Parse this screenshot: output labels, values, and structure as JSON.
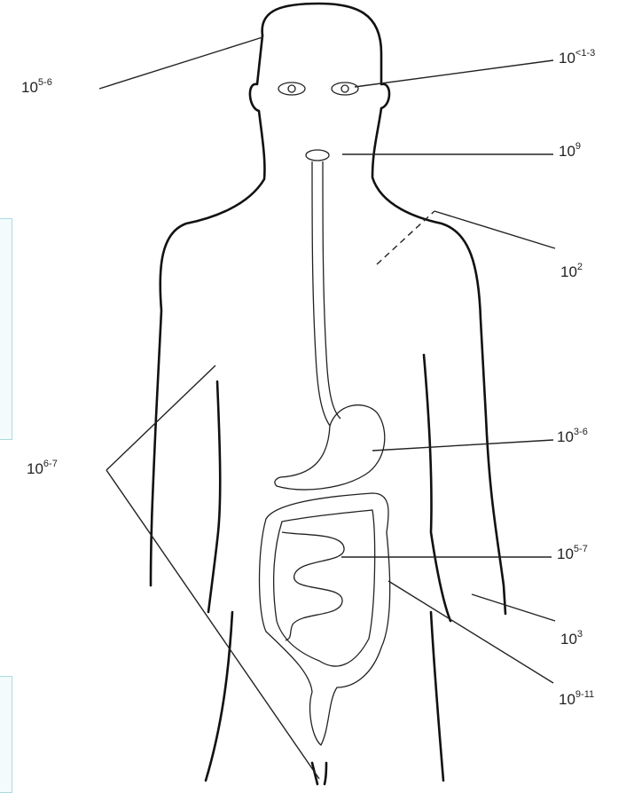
{
  "labels": {
    "scalp": {
      "base": "10",
      "exp": "5-6"
    },
    "eyes": {
      "base": "10",
      "exp": "<1-3"
    },
    "mouth": {
      "base": "10",
      "exp": "9"
    },
    "chest_skin": {
      "base": "10",
      "exp": "2"
    },
    "stomach": {
      "base": "10",
      "exp": "3-6"
    },
    "skin_sides": {
      "base": "10",
      "exp": "6-7"
    },
    "small_intestine": {
      "base": "10",
      "exp": "5-7"
    },
    "arm_skin": {
      "base": "10",
      "exp": "3"
    },
    "colon": {
      "base": "10",
      "exp": "9-11"
    }
  },
  "colors": {
    "line": "#111111",
    "panel_border": "#a9dbe0"
  }
}
